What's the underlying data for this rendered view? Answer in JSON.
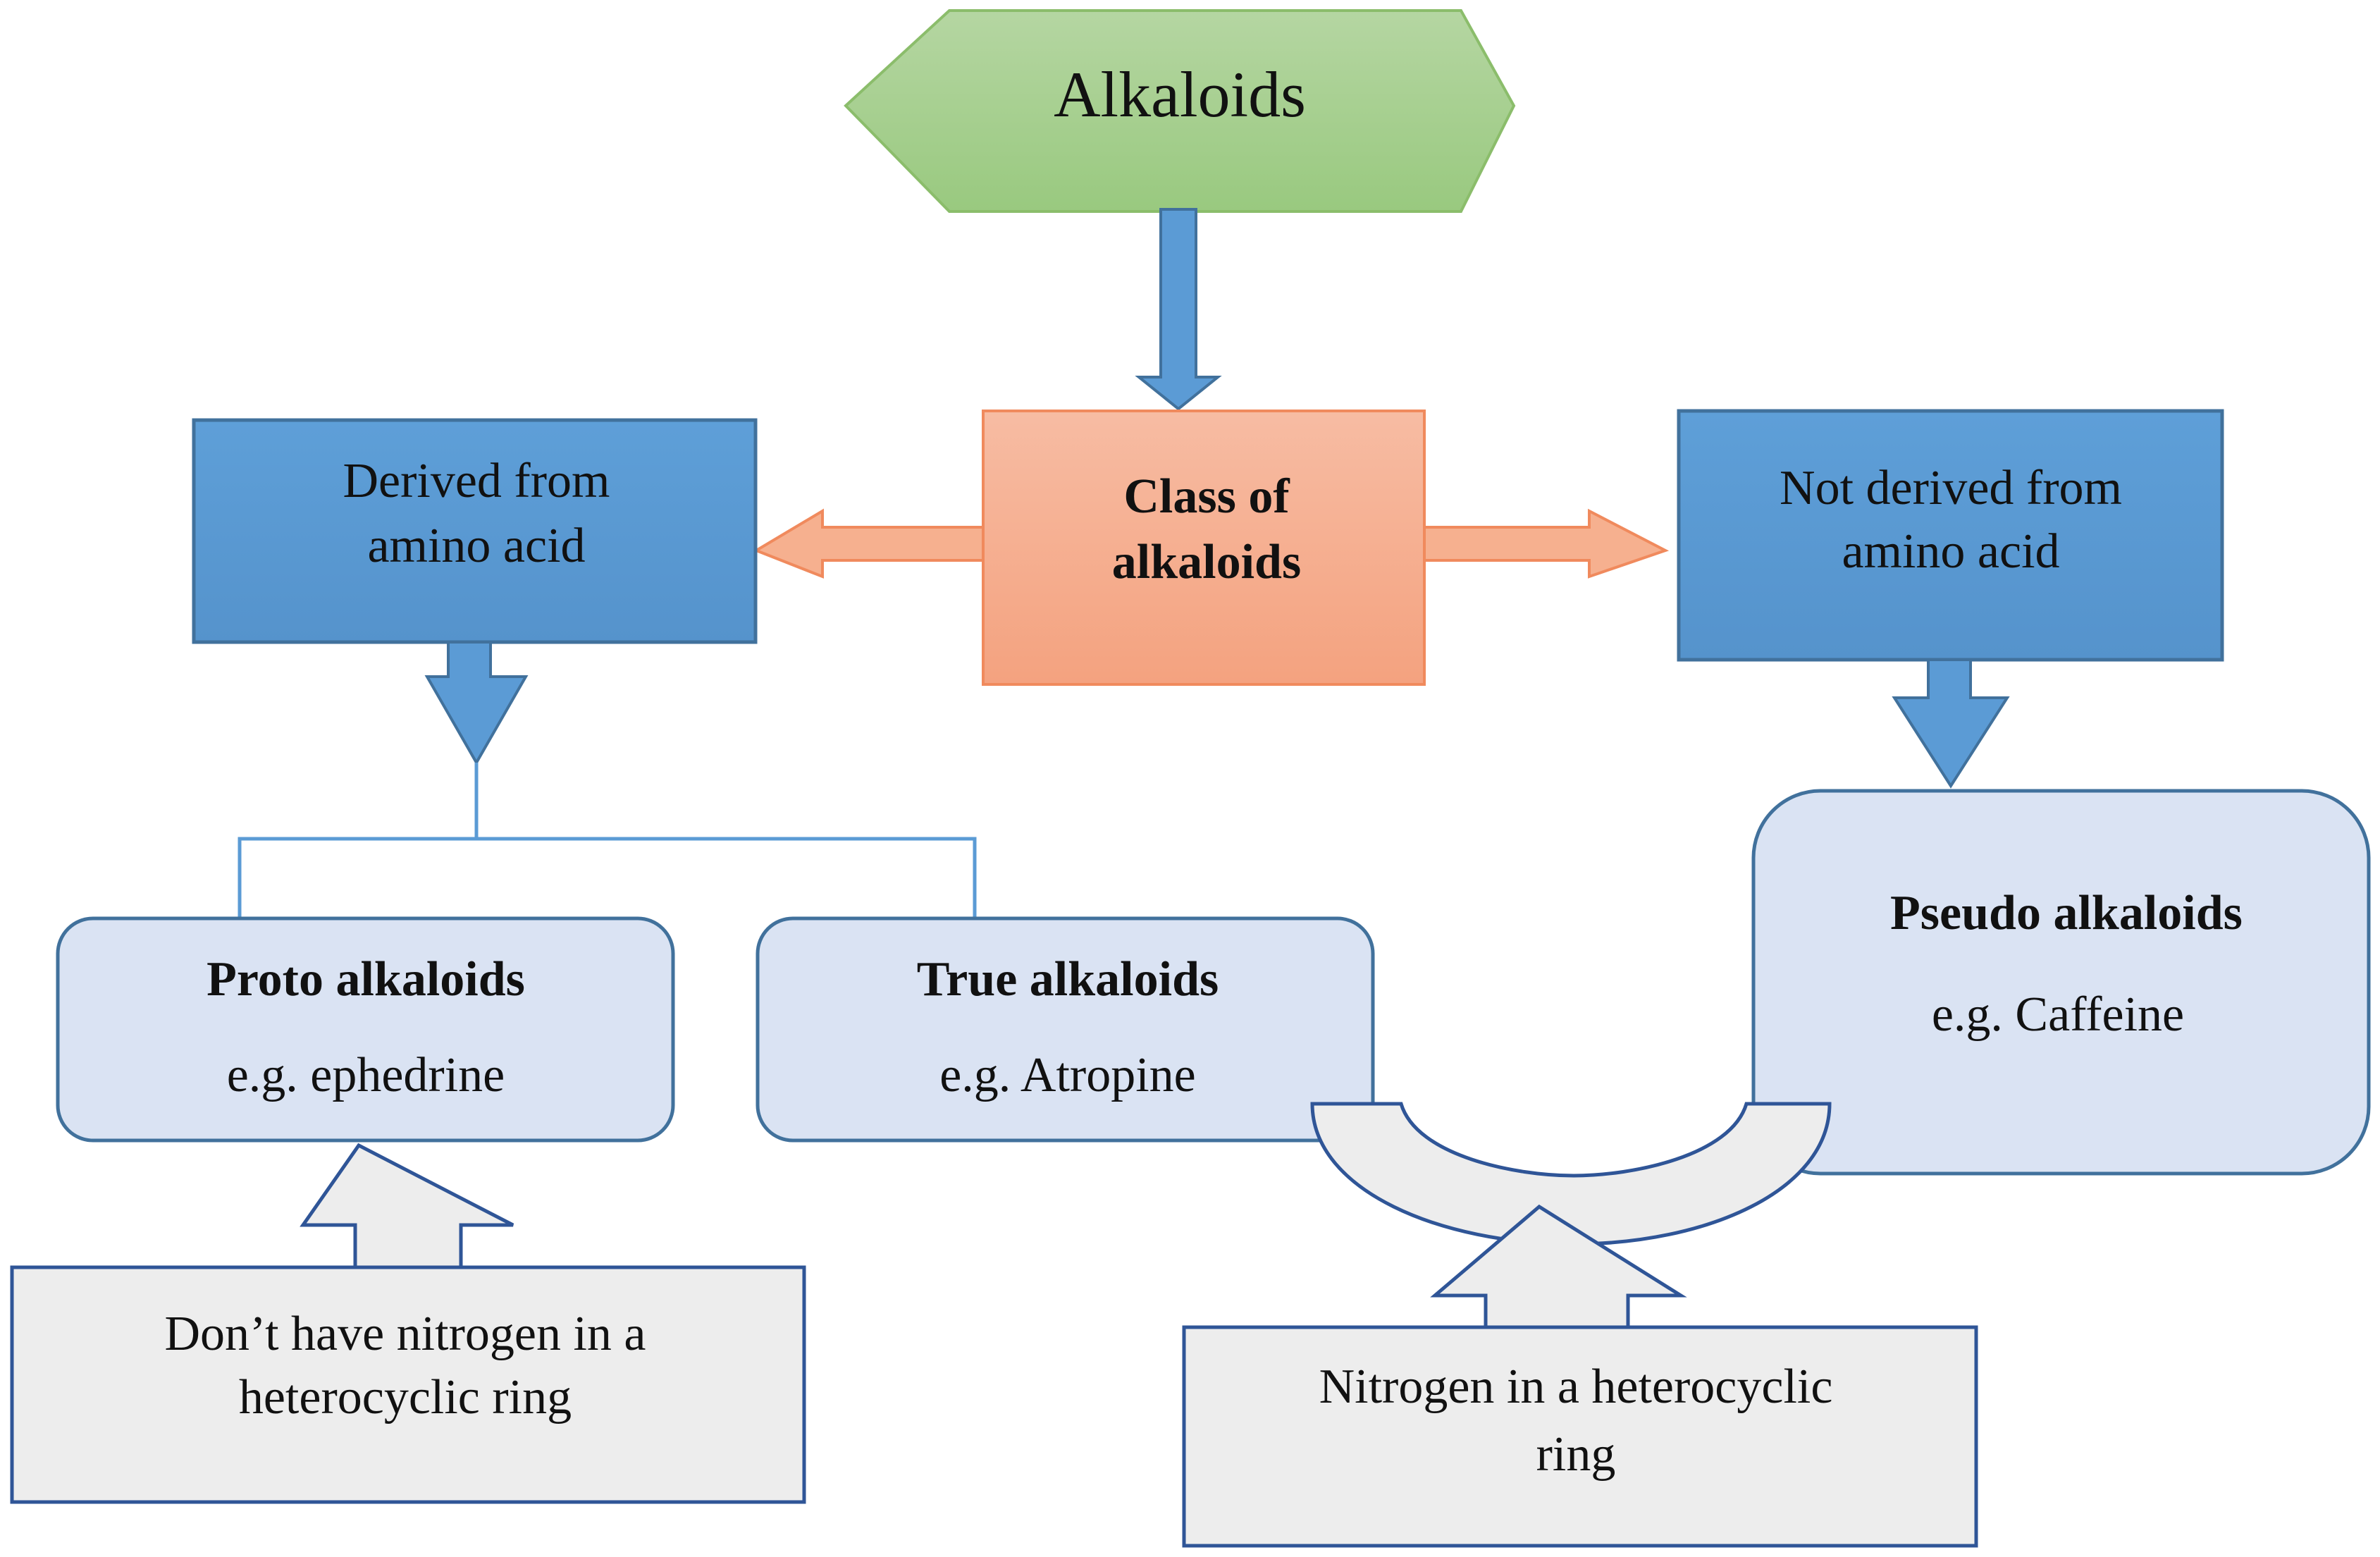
{
  "diagram": {
    "root": {
      "label": "Alkaloids"
    },
    "center": {
      "lines": [
        "Class of",
        "alkaloids"
      ]
    },
    "left_branch": {
      "lines": [
        "Derived from",
        "amino acid"
      ]
    },
    "right_branch": {
      "lines": [
        "Not derived from",
        "amino acid"
      ]
    },
    "proto": {
      "title": "Proto alkaloids",
      "example": "e.g. ephedrine"
    },
    "true": {
      "title": "True alkaloids",
      "example": "e.g. Atropine"
    },
    "pseudo": {
      "title": "Pseudo alkaloids",
      "example": "e.g. Caffeine"
    },
    "note_left": {
      "lines": [
        "Don’t have nitrogen in a",
        "heterocyclic ring"
      ]
    },
    "note_right": {
      "lines": [
        "Nitrogen in a heterocyclic",
        "ring"
      ]
    }
  },
  "colors": {
    "root_fill_top": "#b5d6a2",
    "root_fill_bottom": "#99c97f",
    "root_stroke": "#8bbd6b",
    "center_fill_top": "#f7bca3",
    "center_fill_bottom": "#f4a27f",
    "center_stroke": "#f08a5d",
    "branch_fill": "#5b9bd5",
    "branch_stroke": "#41719c",
    "leaf_fill": "#dae3f3",
    "leaf_stroke": "#41719c",
    "note_fill": "#ededed",
    "note_stroke": "#2f5597",
    "connector": "#5b9bd5"
  }
}
